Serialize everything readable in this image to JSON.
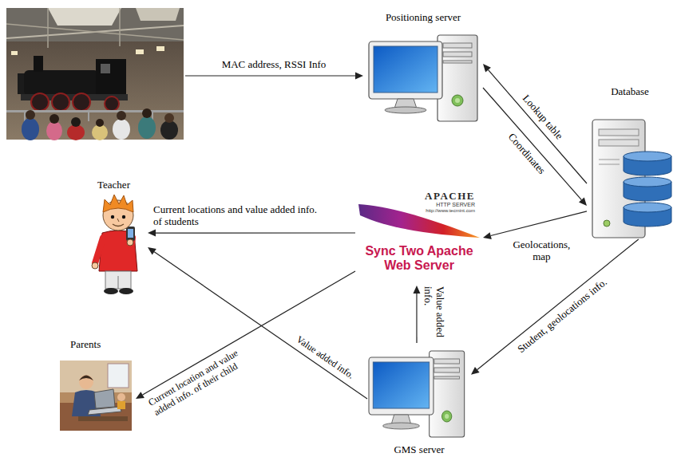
{
  "diagram": {
    "nodes": [
      {
        "text": [
          "Positioning server"
        ]
      },
      {
        "text": [
          "Database"
        ]
      },
      {
        "text": [
          "Teacher"
        ]
      },
      {
        "text": [
          "APACHE",
          "HTTP SERVER",
          "http://www.tecmint.com",
          "Sync Two Apache Web Server"
        ]
      },
      {
        "text": [
          "Parents"
        ]
      },
      {
        "text": [
          "GMS server"
        ]
      }
    ],
    "edges": [
      {
        "from": 1,
        "to": 0,
        "label": "Lookup table",
        "arrow": "to"
      },
      {
        "from": 0,
        "to": 1,
        "label": "Coordinates",
        "arrow": "to"
      },
      {
        "from": 1,
        "to": 3,
        "label": "Geolocations, map",
        "arrow": "to"
      },
      {
        "from": 1,
        "to": 5,
        "label": "Student, geolocations info.",
        "arrow": "to"
      },
      {
        "from": 5,
        "to": 3,
        "label": "Value added info.",
        "arrow": "to"
      },
      {
        "from": 3,
        "to": 2,
        "label": "Current locations and value added info. of students",
        "arrow": "to"
      },
      {
        "from": 3,
        "to": 4,
        "label": "Current location and value added info. of their child",
        "arrow": "to"
      },
      {
        "from": 5,
        "to": 2,
        "label": "Value added info.",
        "arrow": "to"
      }
    ],
    "labels": [
      "MAC address, RSSI Info"
    ]
  }
}
